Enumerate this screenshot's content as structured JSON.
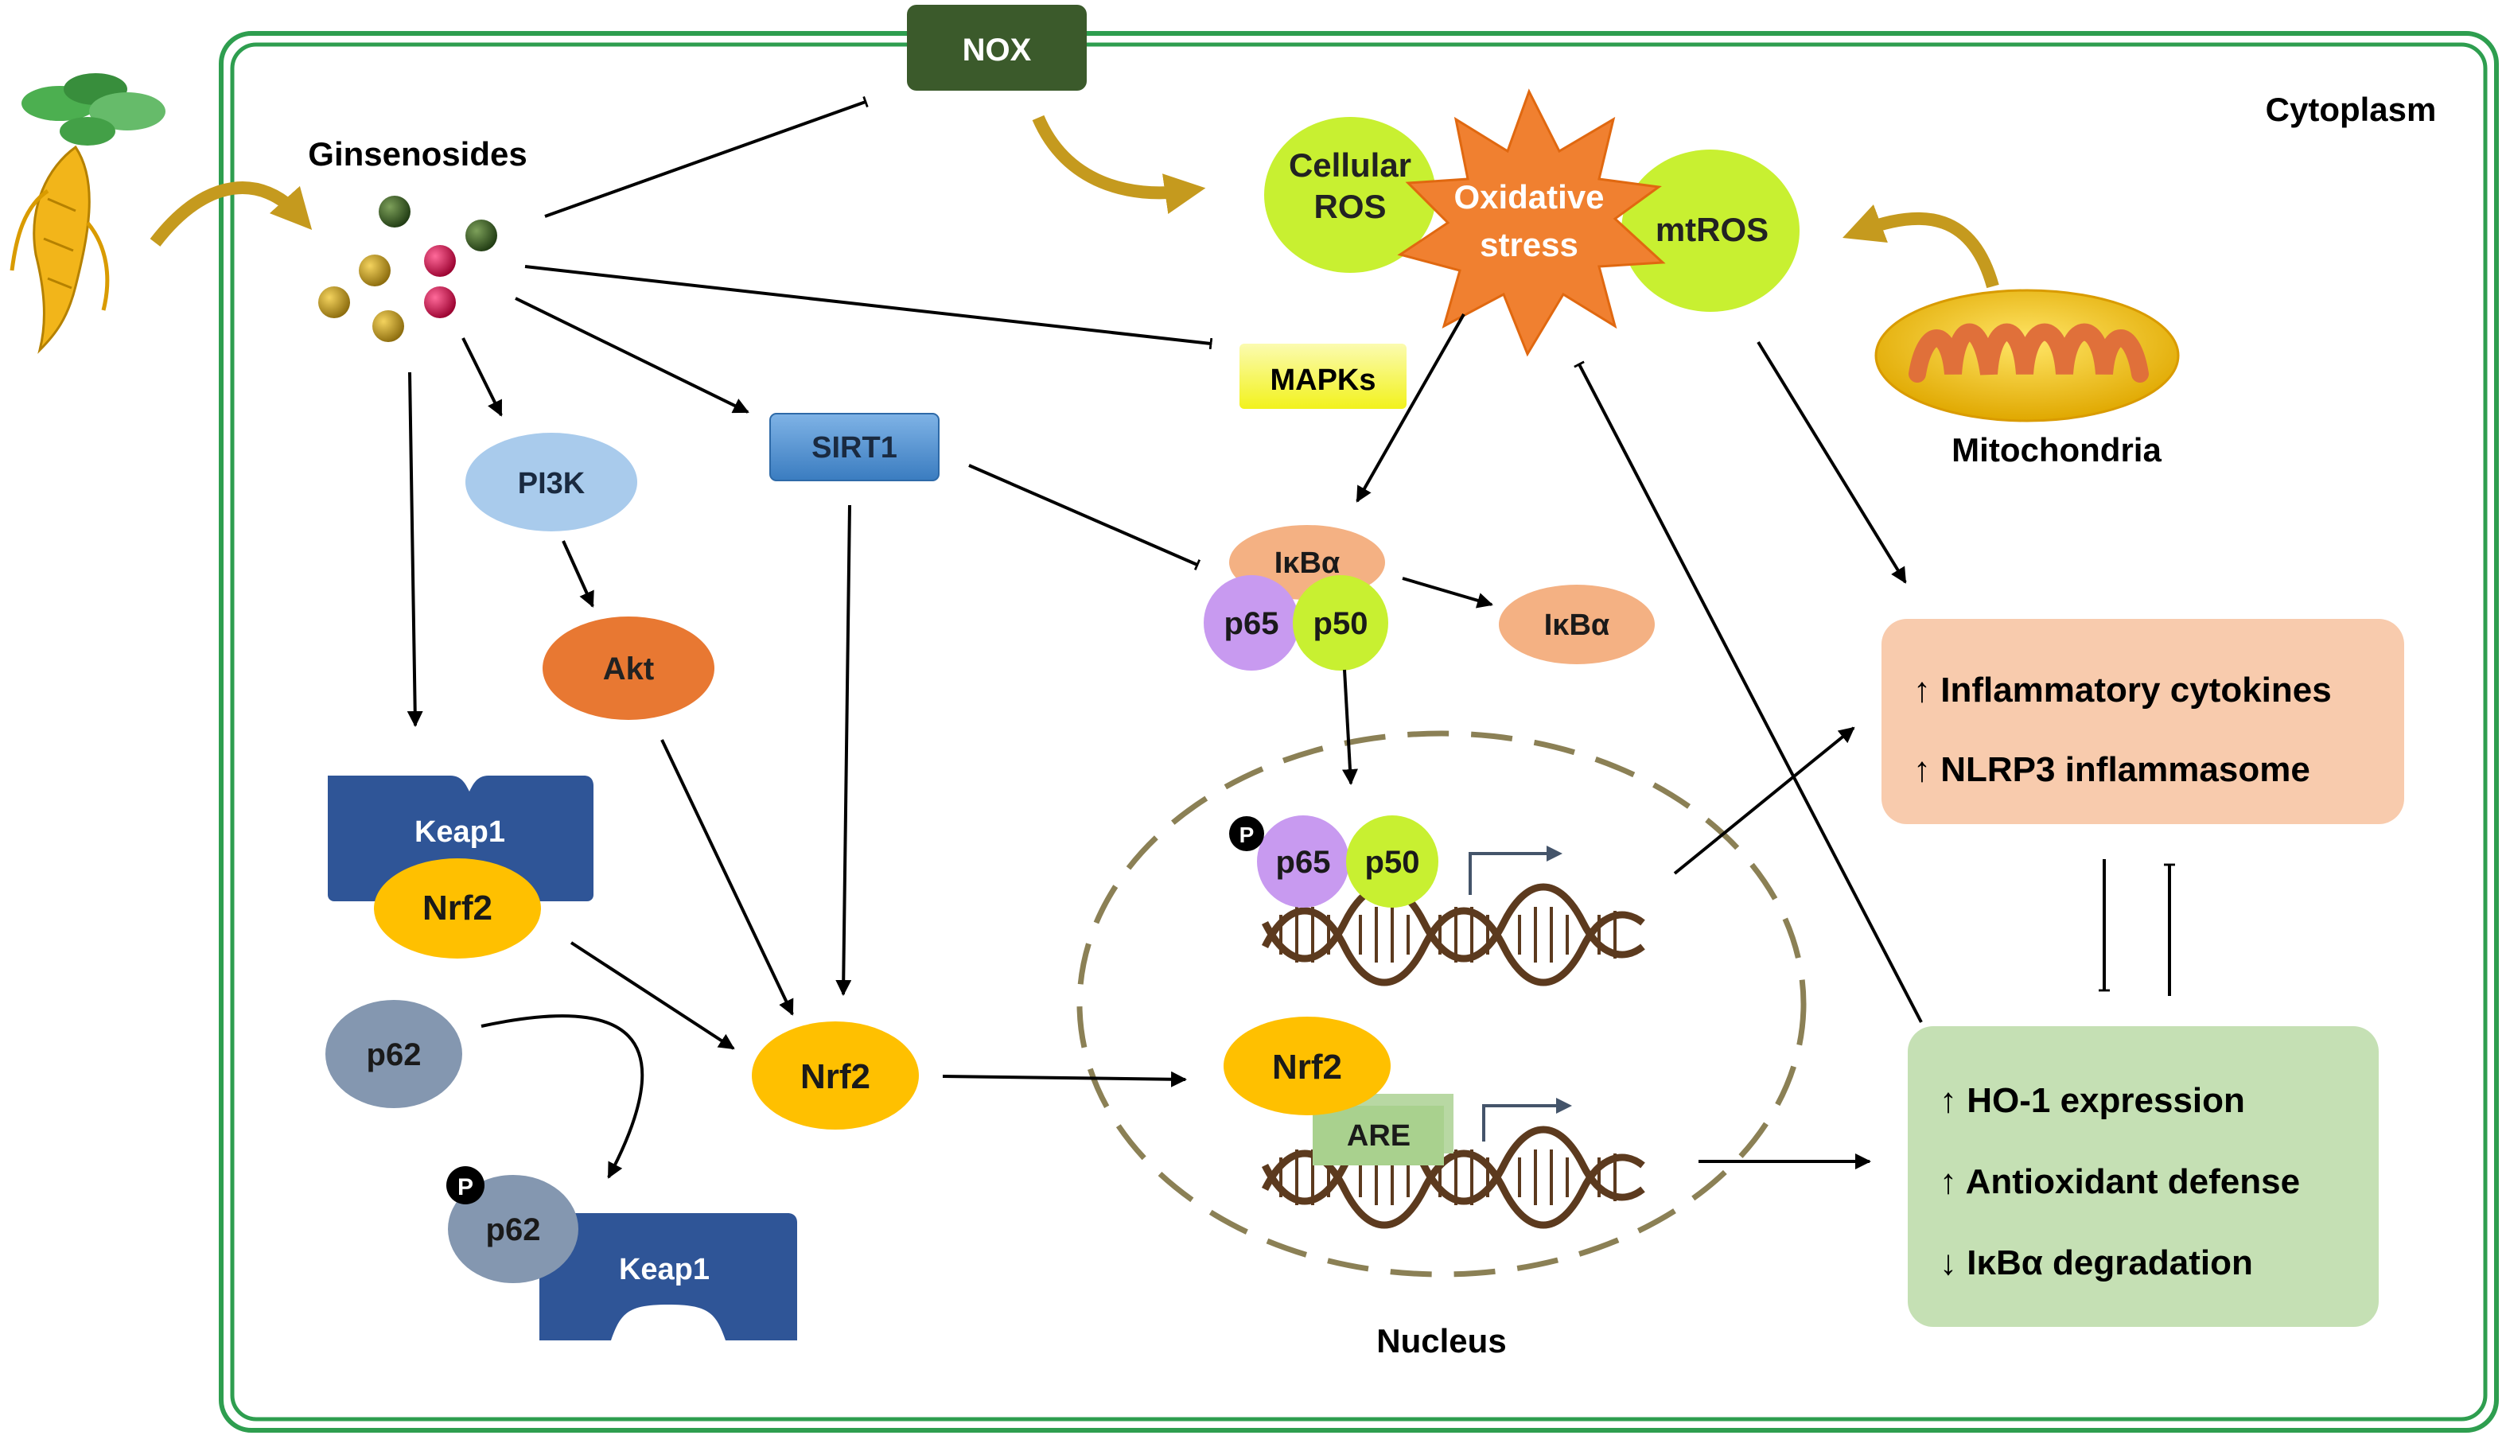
{
  "labels": {
    "cytoplasm": "Cytoplasm",
    "nucleus": "Nucleus",
    "ginsenosides": "Ginsenosides",
    "mitochondria": "Mitochondria",
    "nox": "NOX",
    "cellular_ros_1": "Cellular",
    "cellular_ros_2": "ROS",
    "oxidative_stress_1": "Oxidative",
    "oxidative_stress_2": "stress",
    "mtros": "mtROS",
    "mapks": "MAPKs",
    "sirt1": "SIRT1",
    "pi3k": "PI3K",
    "akt": "Akt",
    "keap1": "Keap1",
    "nrf2": "Nrf2",
    "p62": "p62",
    "phospho": "P",
    "ikba": "IκBα",
    "p65": "p65",
    "p50": "p50",
    "are": "ARE"
  },
  "outcome_boxes": {
    "inflammation": [
      "↑ Inflammatory cytokines",
      "↑ NLRP3 inflammasome"
    ],
    "protection": [
      "↑ HO-1 expression",
      "↑ Antioxidant defense",
      "↓ IκBα degradation"
    ]
  },
  "colors": {
    "cell_border": "#2e9e4f",
    "nox": "#3b5a2b",
    "ros_ball": "#c8f031",
    "oxidative_star": "#f08030",
    "gold_arrow": "#c59a1e",
    "sirt1": "#5b9bd5",
    "mapks": "#f5f542",
    "pi3k": "#a9cbec",
    "akt": "#e87832",
    "keap1": "#2f5597",
    "nrf2": "#ffc000",
    "p62": "#8497b0",
    "ikba": "#f4b183",
    "p65": "#c89af0",
    "p50": "#c8f031",
    "are": "#a9d18e",
    "inflammation_box": "#f8cbad",
    "protection_box": "#c5e0b4",
    "dna": "#5c3a1e",
    "nucleus_border": "#8b8055"
  }
}
